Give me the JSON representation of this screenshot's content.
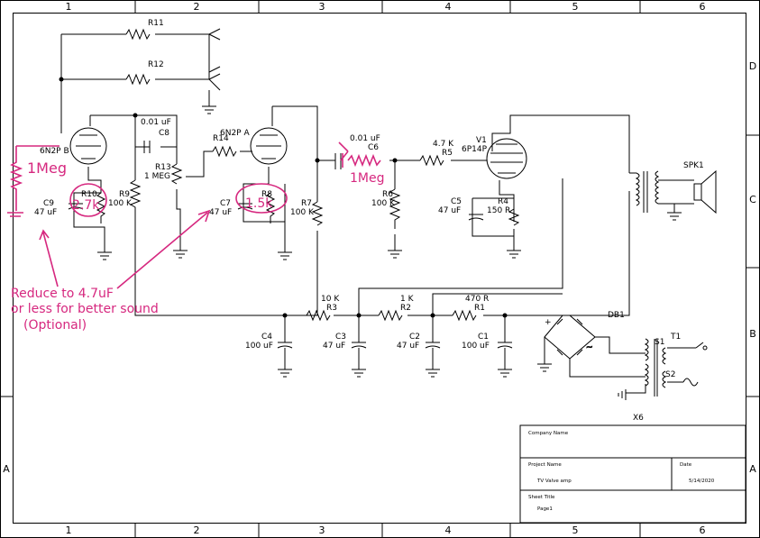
{
  "frame": {
    "columns": [
      "1",
      "2",
      "3",
      "4",
      "5",
      "6"
    ],
    "rows": [
      "D",
      "C",
      "B",
      "A"
    ]
  },
  "components": {
    "r11": "R11",
    "r12": "R12",
    "v2b": "6N2P B",
    "v2a": "6N2P A",
    "c8": "C8",
    "c8_value": "0.01 uF",
    "r13": "R13",
    "r13_value": "1 MEG",
    "r14": "R14",
    "c9": "C9",
    "c9_value": "47 uF",
    "r10": "R10",
    "r9": "R9",
    "r9_value": "100 K",
    "c7": "C7",
    "c7_value": "47 uF",
    "r8": "R8",
    "r7": "R7",
    "r7_value": "100 K",
    "c6": "C6",
    "c6_value": "0.01 uF",
    "r5": "R5",
    "r5_value": "4.7 K",
    "r6": "R6",
    "r6_value": "100 K",
    "v1": "V1",
    "v1_value": "6P14P",
    "c5": "C5",
    "c5_value": "47 uF",
    "r4": "R4",
    "r4_value": "150 R",
    "spk": "SPK1",
    "r3": "R3",
    "r3_value": "10 K",
    "r2": "R2",
    "r2_value": "1 K",
    "r1": "R1",
    "r1_value": "470 R",
    "c4": "C4",
    "c4_value": "100 uF",
    "c3": "C3",
    "c3_value": "47 uF",
    "c2": "C2",
    "c2_value": "47 uF",
    "c1": "C1",
    "c1_value": "100 uF",
    "db1": "DB1",
    "t1": "T1",
    "s1": "S1",
    "s2": "S2",
    "x6": "X6",
    "plus": "+",
    "tilde": "~"
  },
  "annotations": {
    "meg_left": "1Meg",
    "meg_c6": "1Meg",
    "r10_value": "2.7k",
    "r8_value": "1.5k",
    "note_line1": "Reduce to 4.7uF",
    "note_line2": "or less for better sound",
    "note_line3": "(Optional)",
    "color": "#d6287f"
  },
  "title_block": {
    "company_label": "Company Name",
    "project_label": "Project Name",
    "project_value": "TV Valve amp",
    "date_label": "Date",
    "date_value": "5/14/2020",
    "sheet_label": "Sheet Title",
    "sheet_value": "Page1"
  }
}
